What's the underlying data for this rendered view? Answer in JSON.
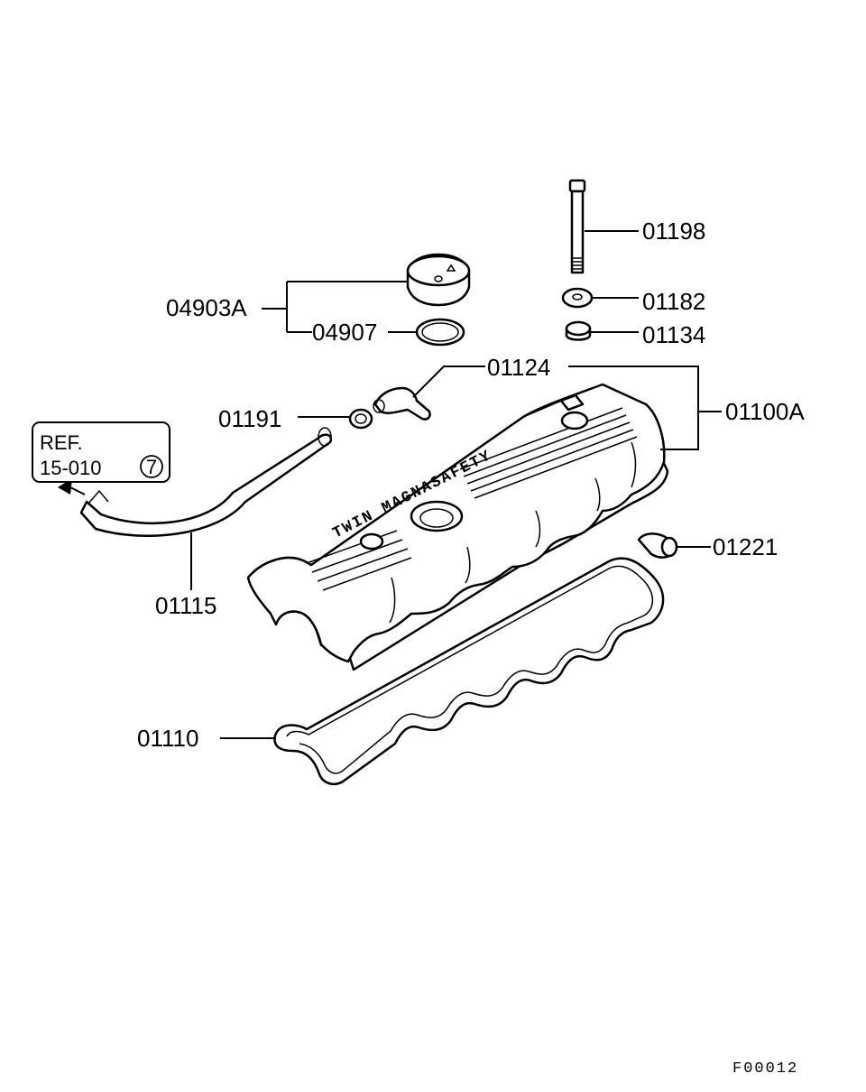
{
  "figure_code": "F00012",
  "reference": {
    "line1": "REF.",
    "line2": "15-010",
    "circle_num": "7"
  },
  "cover_lettering": "TWIN MAGNASAFETY",
  "labels": {
    "p01198": "01198",
    "p01182": "01182",
    "p01134": "01134",
    "p04903A": "04903A",
    "p04907": "04907",
    "p01124": "01124",
    "p01100A": "01100A",
    "p01191": "01191",
    "p01221": "01221",
    "p01115": "01115",
    "p01110": "01110"
  }
}
